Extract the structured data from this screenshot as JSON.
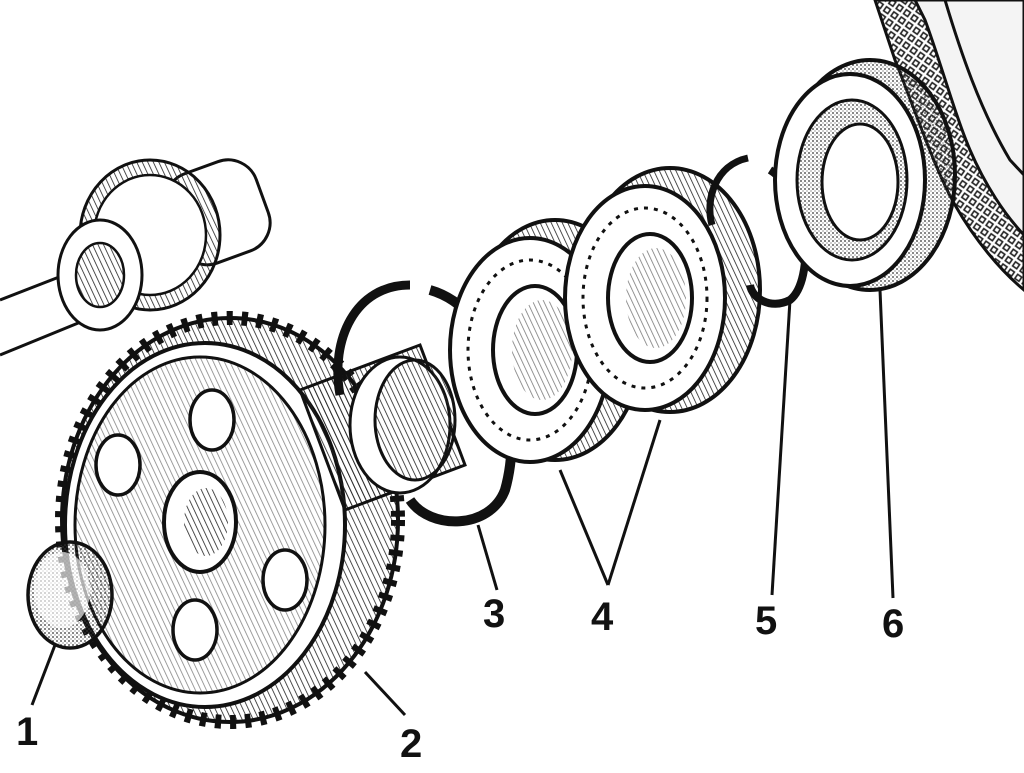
{
  "callouts": [
    {
      "id": "1",
      "text": "1"
    },
    {
      "id": "2",
      "text": "2"
    },
    {
      "id": "3",
      "text": "3"
    },
    {
      "id": "4",
      "text": "4"
    },
    {
      "id": "5",
      "text": "5"
    },
    {
      "id": "6",
      "text": "6"
    }
  ],
  "colors": {
    "ink": "#111111",
    "paper": "#ffffff",
    "shade": "#6b6b6b"
  }
}
